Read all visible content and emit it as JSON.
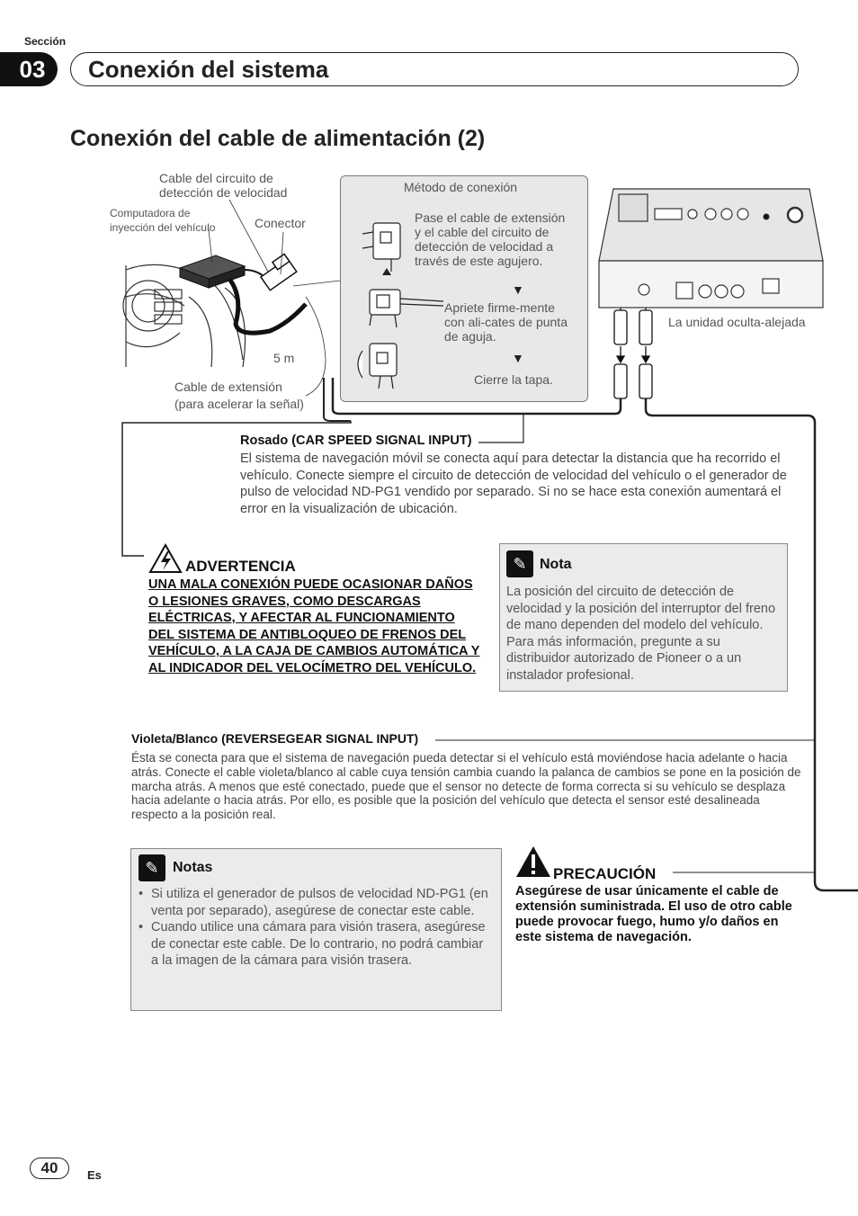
{
  "header": {
    "section_label": "Sección",
    "section_number": "03",
    "section_title": "Conexión del sistema"
  },
  "page_title": "Conexión del cable de alimentación (2)",
  "diagram": {
    "speed_cable_label": "Cable del circuito de\ndetección de velocidad",
    "ecu_label": "Computadora de\ninyección del vehículo",
    "connector_label": "Conector",
    "length_label": "5 m",
    "extension_label": "Cable de extensión\n(para acelerar la señal)",
    "unit_label": "La unidad oculta-alejada",
    "method": {
      "title": "Método de conexión",
      "step1": "Pase el cable de extensión\ny el cable del circuito de\ndetección de velocidad a\ntravés de este agujero.",
      "step2": "Apriete firme-mente\ncon ali-cates de punta\nde aguja.",
      "step3": "Cierre la tapa."
    }
  },
  "pink": {
    "heading_color": "Rosado",
    "heading_signal": "(CAR SPEED SIGNAL INPUT)",
    "text": "El sistema de navegación móvil se conecta aquí para detectar la distancia que ha recorrido el vehículo. Conecte siempre el circuito de detección de velocidad del vehículo o el generador de pulso de velocidad ND-PG1 vendido por separado. Si no se hace esta conexión aumentará el error en la visualización de ubicación."
  },
  "warning": {
    "title": "ADVERTENCIA",
    "text": "UNA MALA CONEXIÓN PUEDE OCASIONAR DAÑOS O LESIONES GRAVES, COMO DESCARGAS ELÉCTRICAS, Y AFECTAR AL FUNCIONAMIENTO DEL SISTEMA DE ANTIBLOQUEO DE FRENOS DEL VEHÍCULO, A LA CAJA DE CAMBIOS AUTOMÁTICA Y AL INDICADOR DEL VELOCÍMETRO DEL VEHÍCULO."
  },
  "note": {
    "title": "Nota",
    "text": "La posición del circuito de detección de velocidad y la posición del interruptor del freno de mano dependen del modelo del vehículo. Para más información, pregunte a su distribuidor autorizado de Pioneer o a un instalador profesional."
  },
  "violet": {
    "heading_color": "Violeta/Blanco",
    "heading_signal": "(REVERSEGEAR SIGNAL INPUT)",
    "text": "Ésta se conecta para que el sistema de navegación pueda detectar si el vehículo está moviéndose hacia adelante o hacia atrás. Conecte el cable violeta/blanco al cable cuya tensión cambia cuando la palanca de cambios se pone en la posición de marcha atrás. A menos que esté conectado, puede que el sensor no detecte de forma correcta si su vehículo se desplaza hacia adelante o hacia atrás. Por ello, es posible que la posición del vehículo que detecta el sensor esté desalineada respecto a la posición real."
  },
  "notes": {
    "title": "Notas",
    "items": [
      "Si utiliza el generador de pulsos de velocidad ND-PG1 (en venta por separado), asegúrese de conectar este cable.",
      "Cuando utilice una cámara para visión trasera, asegúrese de conectar este cable. De lo contrario, no podrá cambiar a la imagen de la cámara para visión trasera."
    ]
  },
  "caution": {
    "title": "PRECAUCIÓN",
    "text": "Asegúrese de usar únicamente el cable de extensión suministrada. El uso de otro cable puede provocar fuego, humo y/o daños en este sistema de navegación."
  },
  "footer": {
    "page_number": "40",
    "language": "Es"
  }
}
